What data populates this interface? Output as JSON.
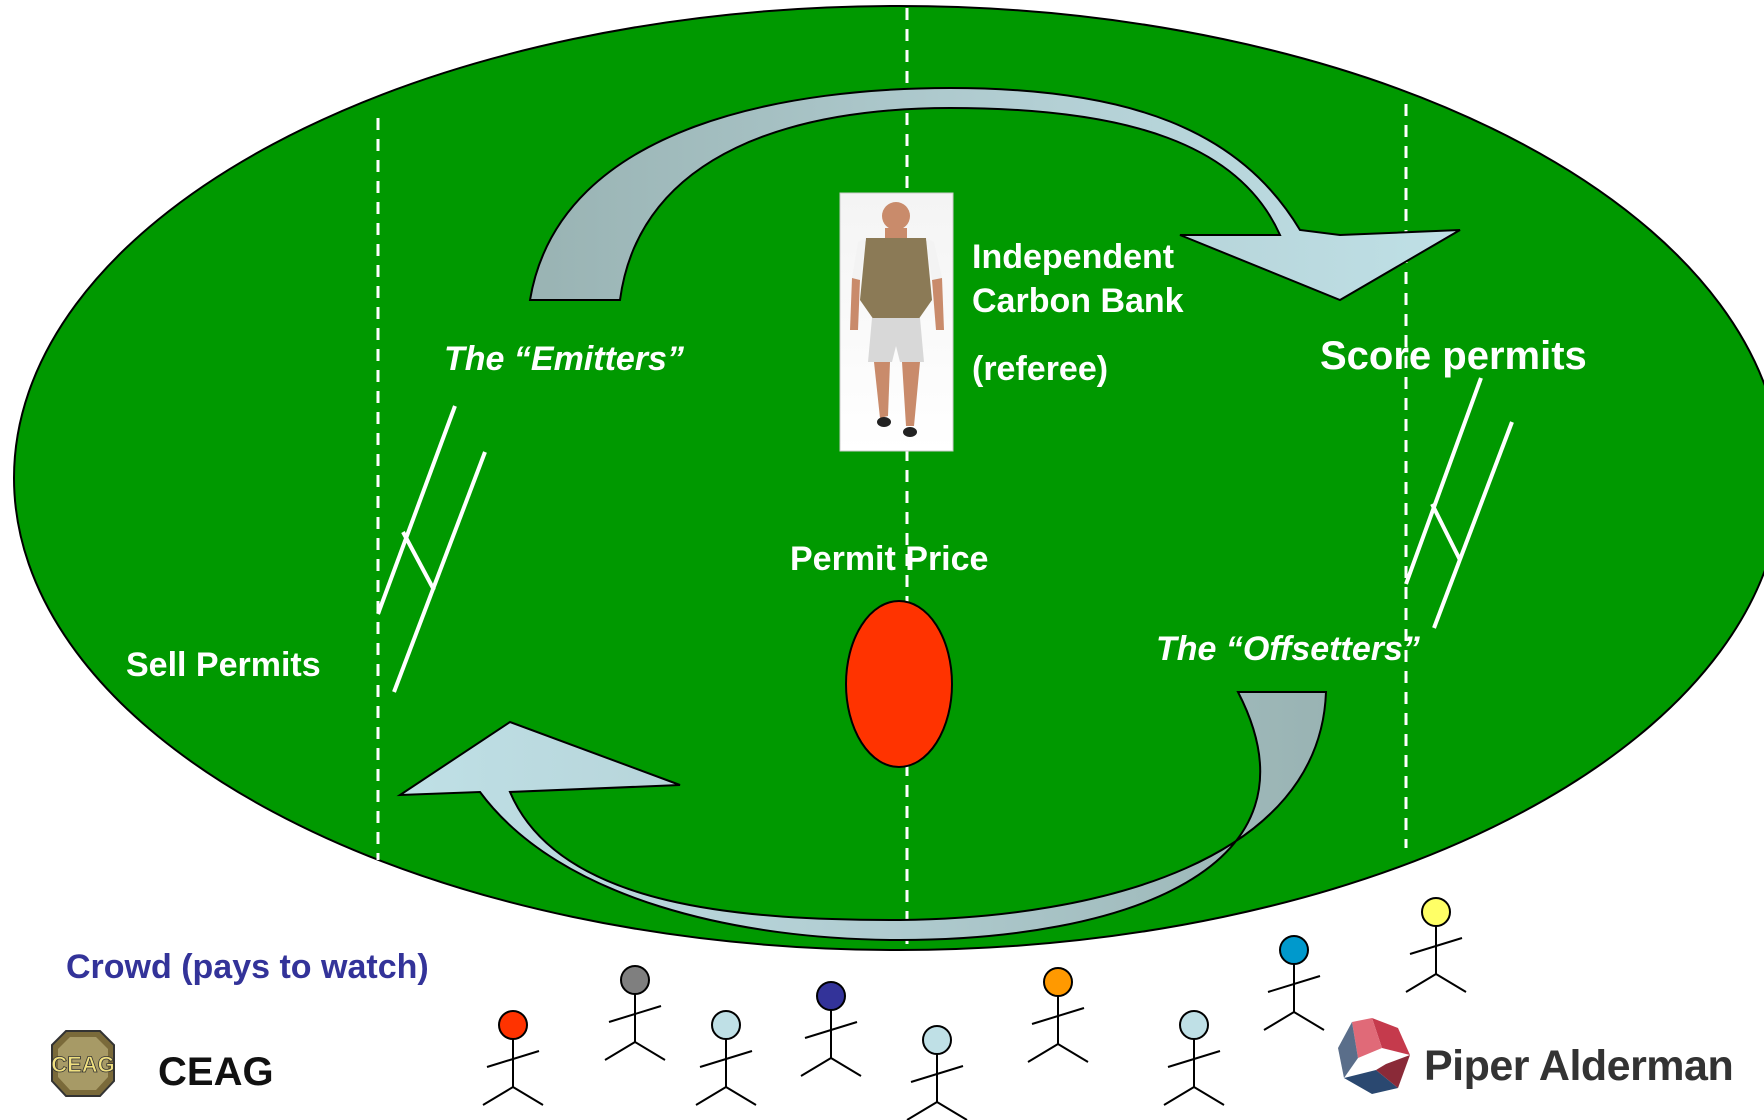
{
  "labels": {
    "referee_line1": "Independent",
    "referee_line2": "Carbon Bank",
    "referee_line3": "(referee)",
    "emitters": "The “Emitters”",
    "offsetters": "The “Offsetters”",
    "score": "Score permits",
    "sell": "Sell Permits",
    "price": "Permit Price"
  },
  "crowd": {
    "label": "Crowd (pays to watch)",
    "head_colors": [
      "#ff3300",
      "#7f7f7f",
      "#bfe0e6",
      "#333399",
      "#bfe0e6",
      "#ff9900",
      "#bfe0e6",
      "#0099cc",
      "#ffff66"
    ]
  },
  "logos": {
    "ceag_badge": "CEAG",
    "ceag_text": "CEAG",
    "piper_alderman": "Piper Alderman"
  },
  "colors": {
    "field": "#009900",
    "arrow_light": "#bfe0e6",
    "arrow_dark": "#99b3b3",
    "ball": "#ff3300",
    "crowd_text": "#333399"
  },
  "icons": [
    "referee-photo",
    "football-ball",
    "goal-post-icon",
    "stick-figure-icon",
    "ceag-logo",
    "piper-alderman-logo"
  ]
}
